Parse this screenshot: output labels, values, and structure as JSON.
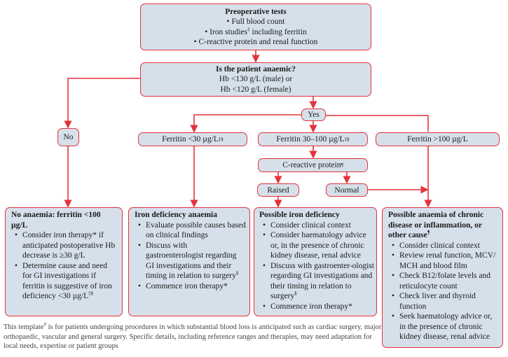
{
  "colors": {
    "box_fill": "#d6e0ea",
    "border": "#e4323d",
    "connector": "#e4323d"
  },
  "preop": {
    "title": "Preoperative tests",
    "items": [
      "Full blood count",
      "Iron studies",
      "including ferritin",
      "C-reactive protein and renal function"
    ],
    "iron_sup": "‡"
  },
  "anaemic": {
    "title": "Is the patient anaemic?",
    "line1": "Hb <130 g/L (male) or",
    "line2": "Hb <120 g/L (female)"
  },
  "yes": "Yes",
  "no": "No",
  "ferritin": {
    "low": "Ferritin <30 µg/L",
    "low_sup": "‡§",
    "mid": "Ferritin 30–100 µg/L",
    "mid_sup": "‡§",
    "high": "Ferritin >100 µg/L"
  },
  "crp": {
    "label": "C-reactive protein",
    "sup": "¶",
    "raised": "Raised",
    "normal": "Normal"
  },
  "outcomes": {
    "no_anaemia": {
      "title": "No anaemia: ferritin <100 µg/L",
      "items": [
        "Consider iron therapy* if anticipated postoperative Hb decrease is ≥30 g/L",
        "Determine cause and need for GI investigations if ferritin is suggestive of iron deficiency <30 µg/L"
      ],
      "last_sup": "‡§"
    },
    "iron_deficiency": {
      "title": "Iron deficiency anaemia",
      "items": [
        "Evaluate possible causes based on clinical findings",
        "Discuss with gastroenterologist regarding GI investigations and their timing in relation to surgery",
        "Commence iron therapy*"
      ],
      "sup": "§"
    },
    "possible_iron": {
      "title": "Possible iron deficiency",
      "items": [
        "Consider clinical context",
        "Consider haematology advice or, in the presence of chronic kidney disease, renal advice",
        "Discuss with gastroenter-ologist regarding GI investigations and their timing in relation to surgery",
        "Commence iron therapy*"
      ],
      "sup": "§"
    },
    "chronic": {
      "title": "Possible anaemia of chronic disease or inflammation, or other cause",
      "title_sup": "¶",
      "items": [
        "Consider clinical context",
        "Review renal function, MCV/ MCH and blood film",
        "Check B12/folate levels and reticulocyte count",
        "Check liver and thyroid function",
        "Seek haematology advice or, in the presence of chronic kidney disease, renal advice"
      ]
    }
  },
  "footer": {
    "pre": "This template",
    "sup": "#",
    "post": " is for patients undergoing procedures in which substantial blood loss is anticipated such as cardiac surgery, major orthopaedic, vascular and general surgery. Specific details, including reference ranges and therapies, may need adaptation for local needs, expertise or patient groups"
  }
}
